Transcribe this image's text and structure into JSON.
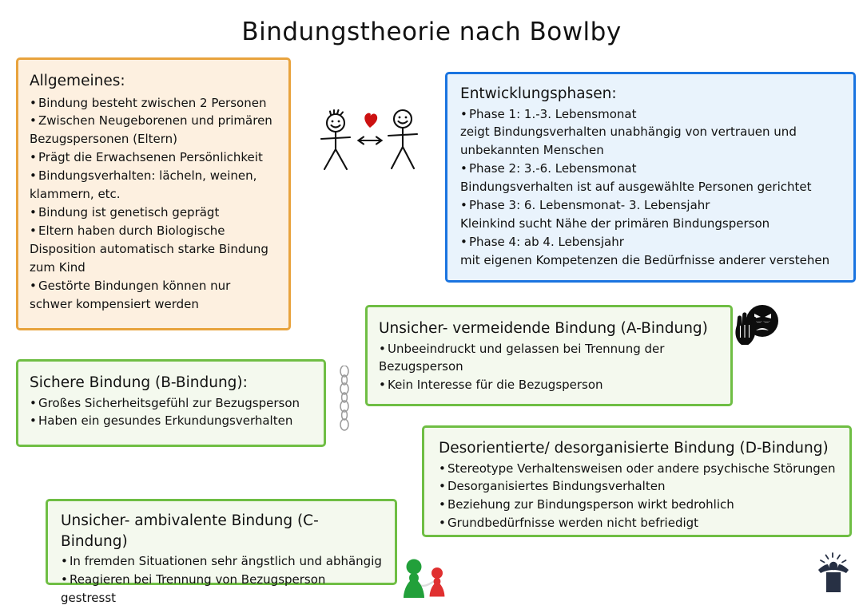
{
  "title": "Bindungstheorie nach Bowlby",
  "colors": {
    "orange_border": "#e8a33d",
    "orange_fill": "#fdf0e0",
    "blue_border": "#1a74e0",
    "blue_fill": "#e9f3fc",
    "green_border": "#6fbe44",
    "green_fill": "#f4f9ee",
    "heart": "#cc1111",
    "pawn_green": "#22a03a",
    "pawn_red": "#e03030",
    "stressed_figure": "#273044",
    "text": "#111111"
  },
  "cards": {
    "allgemeines": {
      "title": "Allgemeines:",
      "items": [
        {
          "bullet": true,
          "text": "Bindung besteht zwischen 2 Personen"
        },
        {
          "bullet": true,
          "text": "Zwischen Neugeborenen und primären"
        },
        {
          "bullet": false,
          "text": "Bezugspersonen (Eltern)"
        },
        {
          "bullet": true,
          "text": "Prägt die Erwachsenen Persönlichkeit"
        },
        {
          "bullet": true,
          "text": "Bindungsverhalten: lächeln, weinen,"
        },
        {
          "bullet": false,
          "text": "klammern, etc."
        },
        {
          "bullet": true,
          "text": "Bindung ist genetisch geprägt"
        },
        {
          "bullet": true,
          "text": "Eltern haben durch Biologische"
        },
        {
          "bullet": false,
          "text": "Disposition automatisch starke Bindung"
        },
        {
          "bullet": false,
          "text": "zum Kind"
        },
        {
          "bullet": true,
          "text": "Gestörte Bindungen können nur"
        },
        {
          "bullet": false,
          "text": "schwer kompensiert werden"
        }
      ]
    },
    "entwicklungsphasen": {
      "title": "Entwicklungsphasen:",
      "items": [
        {
          "bullet": true,
          "text": "Phase 1: 1.-3. Lebensmonat"
        },
        {
          "bullet": false,
          "text": "zeigt Bindungsverhalten unabhängig von vertrauen und"
        },
        {
          "bullet": false,
          "text": "unbekannten Menschen"
        },
        {
          "bullet": true,
          "text": "Phase 2: 3.-6. Lebensmonat"
        },
        {
          "bullet": false,
          "text": "Bindungsverhalten ist auf ausgewählte Personen gerichtet"
        },
        {
          "bullet": true,
          "text": "Phase 3: 6. Lebensmonat- 3. Lebensjahr"
        },
        {
          "bullet": false,
          "text": "Kleinkind sucht Nähe der primären Bindungsperson"
        },
        {
          "bullet": true,
          "text": "Phase 4: ab 4. Lebensjahr"
        },
        {
          "bullet": false,
          "text": "mit eigenen Kompetenzen die Bedürfnisse anderer verstehen"
        }
      ]
    },
    "a_bindung": {
      "title": "Unsicher- vermeidende Bindung (A-Bindung)",
      "items": [
        {
          "bullet": true,
          "text": "Unbeeindruckt und gelassen bei Trennung der"
        },
        {
          "bullet": false,
          "text": "Bezugsperson"
        },
        {
          "bullet": true,
          "text": "Kein Interesse für die Bezugsperson"
        }
      ]
    },
    "b_bindung": {
      "title": "Sichere Bindung (B-Bindung):",
      "items": [
        {
          "bullet": true,
          "text": "Großes Sicherheitsgefühl zur Bezugsperson"
        },
        {
          "bullet": true,
          "text": "Haben ein gesundes Erkundungsverhalten"
        }
      ]
    },
    "d_bindung": {
      "title": "Desorientierte/ desorganisierte Bindung (D-Bindung)",
      "items": [
        {
          "bullet": true,
          "text": "Stereotype Verhaltensweisen oder andere psychische Störungen"
        },
        {
          "bullet": true,
          "text": "Desorganisiertes Bindungsverhalten"
        },
        {
          "bullet": true,
          "text": "Beziehung zur Bindungsperson wirkt bedrohlich"
        },
        {
          "bullet": true,
          "text": "Grundbedürfnisse werden nicht befriedigt"
        }
      ]
    },
    "c_bindung": {
      "title": "Unsicher- ambivalente Bindung (C-Bindung)",
      "items": [
        {
          "bullet": true,
          "text": "In fremden Situationen sehr ängstlich und abhängig"
        },
        {
          "bullet": true,
          "text": "Reagieren bei Trennung von Bezugsperson gestresst"
        }
      ]
    }
  },
  "illustrations": [
    {
      "name": "two-stick-figures-with-heart-icon",
      "description": "Zwei Strichmännchen mit rotem Herz und Doppelpfeil"
    },
    {
      "name": "chain-icon",
      "description": "Senkrechte Kette"
    },
    {
      "name": "angry-face-stop-hand-icon",
      "description": "Wütendes Gesicht mit abwehrender Hand"
    },
    {
      "name": "two-pawns-tied-icon",
      "description": "Grüne und rote Spielfigur mit Schnur verbunden"
    },
    {
      "name": "stressed-person-icon",
      "description": "Gestresste Person mit Händen am Kopf"
    }
  ]
}
